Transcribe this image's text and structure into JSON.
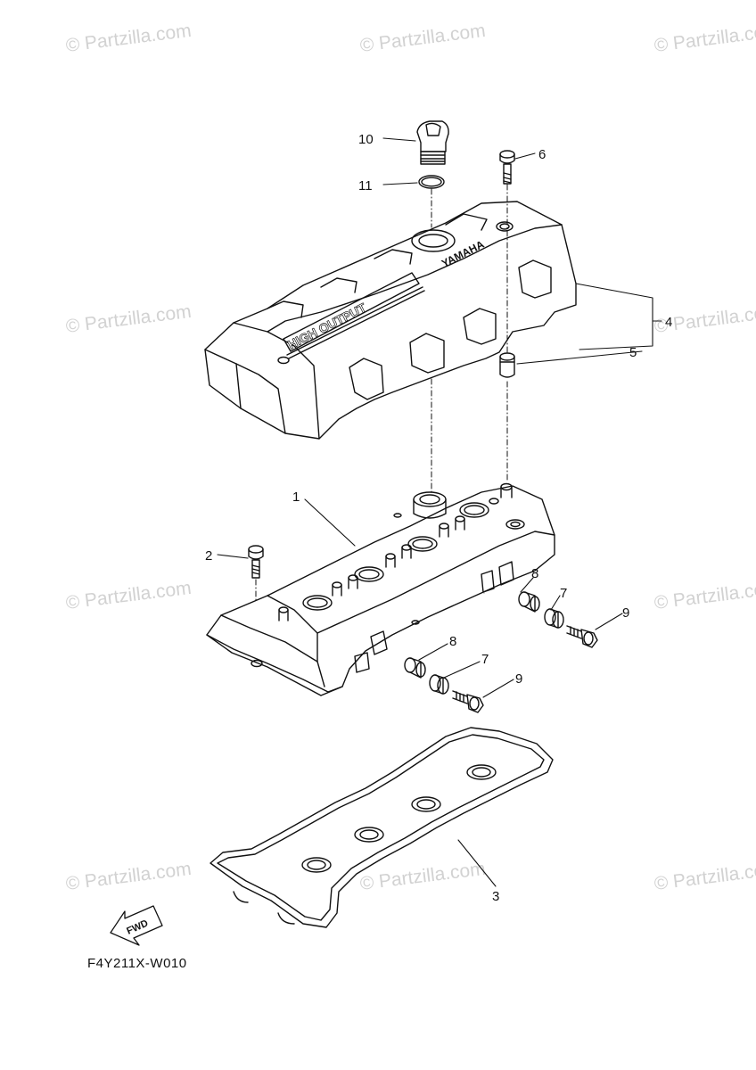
{
  "watermark": {
    "text": "© Partzilla.com",
    "center_text": "© Partzilla.com"
  },
  "diagram": {
    "drawing_code": "F4Y211X-W010",
    "cover_text_left": "HIGH OUTPUT",
    "cover_text_right": "YAMAHA",
    "fwd_label": "FWD",
    "callouts": [
      {
        "label": "1",
        "part": "cylinder-head-cover"
      },
      {
        "label": "2",
        "part": "bolt"
      },
      {
        "label": "3",
        "part": "gasket"
      },
      {
        "label": "4",
        "part": "cover-group"
      },
      {
        "label": "5",
        "part": "collar"
      },
      {
        "label": "6",
        "part": "screw"
      },
      {
        "label": "7",
        "part": "grommet"
      },
      {
        "label": "7",
        "part": "grommet"
      },
      {
        "label": "8",
        "part": "collar"
      },
      {
        "label": "8",
        "part": "collar"
      },
      {
        "label": "9",
        "part": "bolt"
      },
      {
        "label": "9",
        "part": "bolt"
      },
      {
        "label": "10",
        "part": "oil-filler-cap"
      },
      {
        "label": "11",
        "part": "o-ring"
      }
    ]
  },
  "colors": {
    "line": "#111111",
    "watermark": "#d2d2d2"
  }
}
